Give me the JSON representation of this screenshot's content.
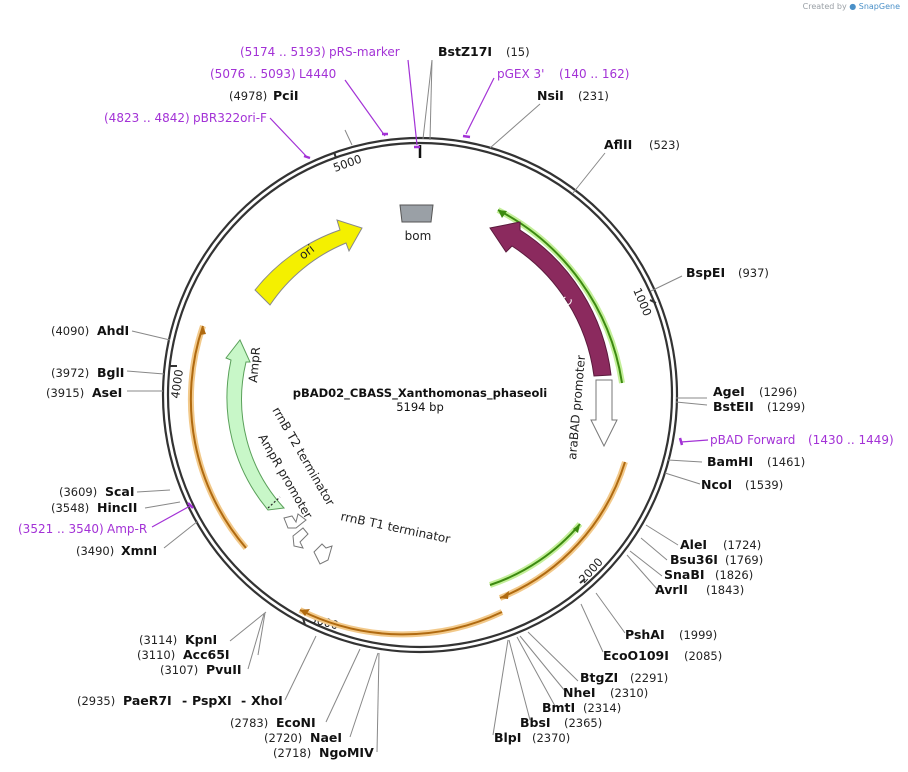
{
  "credit": {
    "prefix": "Created by",
    "brand": "SnapGene"
  },
  "plasmid": {
    "name": "pBAD02_CBASS_Xanthomonas_phaseoli",
    "size": "5194 bp",
    "length": 5194
  },
  "ticks": [
    "1000",
    "2000",
    "3000",
    "4000",
    "5000"
  ],
  "features": [
    {
      "name": "bom",
      "color": "#9aa0a6"
    },
    {
      "name": "araC",
      "color": "#8b2a5e"
    },
    {
      "name": "araBAD promoter",
      "color": "#ffffff"
    },
    {
      "name": "ori",
      "color": "#f4f000"
    },
    {
      "name": "AmpR",
      "color": "#c8f7c8"
    },
    {
      "name": "AmpR promoter",
      "color": "#ffffff"
    },
    {
      "name": "rrnB T2 terminator",
      "color": "#ffffff"
    },
    {
      "name": "rrnB T1 terminator",
      "color": "#ffffff"
    }
  ],
  "primers": [
    {
      "name": "pRS-marker",
      "range": "(5174 .. 5193)"
    },
    {
      "name": "L4440",
      "range": "(5076 .. 5093)"
    },
    {
      "name": "pBR322ori-F",
      "range": "(4823 .. 4842)"
    },
    {
      "name": "pGEX 3'",
      "range": "(140 .. 162)"
    },
    {
      "name": "pBAD Forward",
      "range": "(1430 .. 1449)"
    },
    {
      "name": "Amp-R",
      "range": "(3521 .. 3540)"
    }
  ],
  "sites": [
    {
      "name": "BstZ17I",
      "pos": "(15)"
    },
    {
      "name": "NsiI",
      "pos": "(231)"
    },
    {
      "name": "AflII",
      "pos": "(523)"
    },
    {
      "name": "BspEI",
      "pos": "(937)"
    },
    {
      "name": "AgeI",
      "pos": "(1296)"
    },
    {
      "name": "BstEII",
      "pos": "(1299)"
    },
    {
      "name": "BamHI",
      "pos": "(1461)"
    },
    {
      "name": "NcoI",
      "pos": "(1539)"
    },
    {
      "name": "AleI",
      "pos": "(1724)"
    },
    {
      "name": "Bsu36I",
      "pos": "(1769)"
    },
    {
      "name": "SnaBI",
      "pos": "(1826)"
    },
    {
      "name": "AvrII",
      "pos": "(1843)"
    },
    {
      "name": "PshAI",
      "pos": "(1999)"
    },
    {
      "name": "EcoO109I",
      "pos": "(2085)"
    },
    {
      "name": "BtgZI",
      "pos": "(2291)"
    },
    {
      "name": "NheI",
      "pos": "(2310)"
    },
    {
      "name": "BmtI",
      "pos": "(2314)"
    },
    {
      "name": "BbsI",
      "pos": "(2365)"
    },
    {
      "name": "BlpI",
      "pos": "(2370)"
    },
    {
      "name": "PciI",
      "pos": "(4978)"
    },
    {
      "name": "AhdI",
      "pos": "(4090)"
    },
    {
      "name": "BglI",
      "pos": "(3972)"
    },
    {
      "name": "AseI",
      "pos": "(3915)"
    },
    {
      "name": "ScaI",
      "pos": "(3609)"
    },
    {
      "name": "HincII",
      "pos": "(3548)"
    },
    {
      "name": "XmnI",
      "pos": "(3490)"
    },
    {
      "name": "KpnI",
      "pos": "(3114)"
    },
    {
      "name": "Acc65I",
      "pos": "(3110)"
    },
    {
      "name": "PvuII",
      "pos": "(3107)"
    },
    {
      "name": "PaeR7I",
      "pos": "(2935)"
    },
    {
      "name": "PspXI",
      "pos": ""
    },
    {
      "name": "XhoI",
      "pos": ""
    },
    {
      "name": "EcoNI",
      "pos": "(2783)"
    },
    {
      "name": "NaeI",
      "pos": "(2720)"
    },
    {
      "name": "NgoMIV",
      "pos": "(2718)"
    }
  ],
  "orf_color": "#e8a040",
  "green_orf_color": "#4a9a20"
}
